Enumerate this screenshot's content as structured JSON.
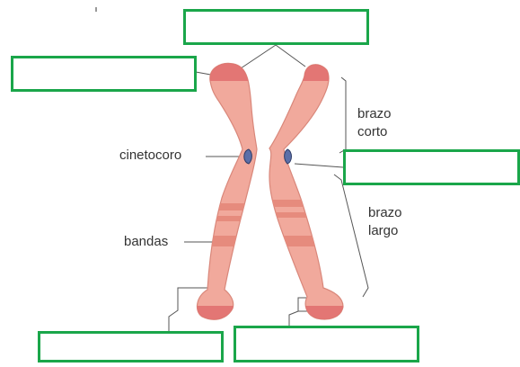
{
  "diagram": {
    "labels": {
      "centromere": "cinetocoro",
      "short_arm_line1": "brazo",
      "short_arm_line2": "corto",
      "long_arm_line1": "brazo",
      "long_arm_line2": "largo",
      "bands": "bandas"
    },
    "answer_boxes": [
      {
        "id": "top",
        "value": ""
      },
      {
        "id": "upper-left",
        "value": ""
      },
      {
        "id": "right",
        "value": ""
      },
      {
        "id": "bottom-left",
        "value": ""
      },
      {
        "id": "bottom-center",
        "value": ""
      }
    ],
    "colors": {
      "chromosome": "#f1a99c",
      "chromosome_edge": "#d9877a",
      "telomere": "#e06d6d",
      "band": "#e68b7d",
      "centromere": "#5b6fa8",
      "box_border": "#1aa64a",
      "line": "#555555"
    }
  }
}
